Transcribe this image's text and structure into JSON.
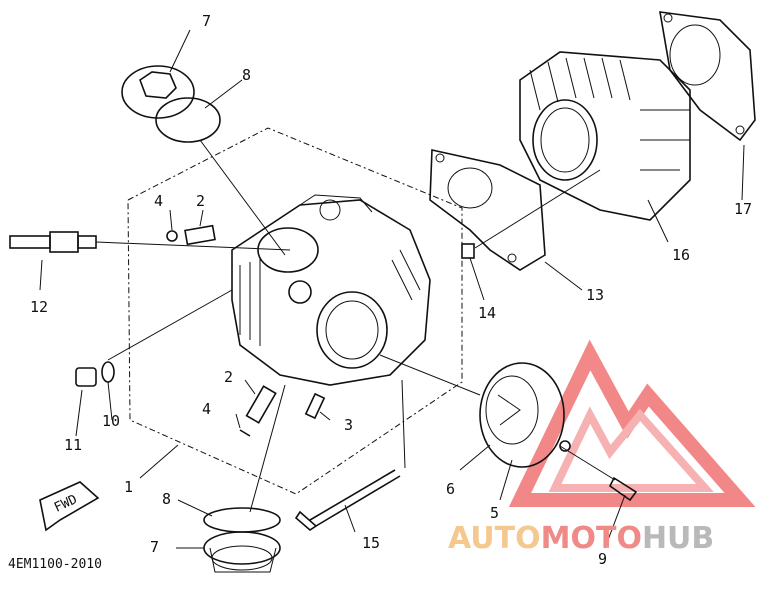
{
  "diagram": {
    "reference_code": "4EM1100-2010",
    "fwd_label": "FWD",
    "callouts": [
      {
        "id": "c7a",
        "text": "7"
      },
      {
        "id": "c8a",
        "text": "8"
      },
      {
        "id": "c4a",
        "text": "4"
      },
      {
        "id": "c2a",
        "text": "2"
      },
      {
        "id": "c12",
        "text": "12"
      },
      {
        "id": "c11",
        "text": "11"
      },
      {
        "id": "c10",
        "text": "10"
      },
      {
        "id": "c2b",
        "text": "2"
      },
      {
        "id": "c4b",
        "text": "4"
      },
      {
        "id": "c3",
        "text": "3"
      },
      {
        "id": "c1",
        "text": "1"
      },
      {
        "id": "c8b",
        "text": "8"
      },
      {
        "id": "c7b",
        "text": "7"
      },
      {
        "id": "c15",
        "text": "15"
      },
      {
        "id": "c6",
        "text": "6"
      },
      {
        "id": "c5",
        "text": "5"
      },
      {
        "id": "c9",
        "text": "9"
      },
      {
        "id": "c14",
        "text": "14"
      },
      {
        "id": "c13",
        "text": "13"
      },
      {
        "id": "c16",
        "text": "16"
      },
      {
        "id": "c17",
        "text": "17"
      }
    ]
  },
  "watermark": {
    "part_auto": "AUTO",
    "part_moto": "MOTO",
    "part_hub": "HUB",
    "color_auto": "#f5c890",
    "color_moto": "#f08a86",
    "color_hub": "#b9b9b9",
    "logo_color": "#f06a6a"
  }
}
